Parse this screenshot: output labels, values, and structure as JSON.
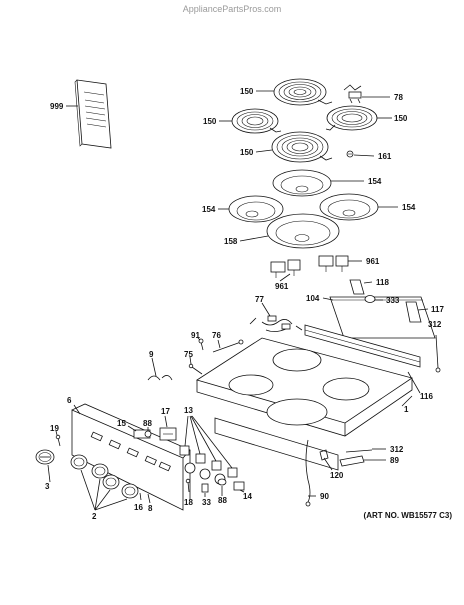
{
  "watermark": "AppliancePartsPros.com",
  "art_no": "(ART NO. WB15577 C3)",
  "callouts": {
    "c999": "999",
    "c150a": "150",
    "c78": "78",
    "c150b": "150",
    "c150c": "150",
    "c150d": "150",
    "c161": "161",
    "c154a": "154",
    "c154b": "154",
    "c154c": "154",
    "c158": "158",
    "c961a": "961",
    "c961b": "961",
    "c118": "118",
    "c104": "104",
    "c333": "333",
    "c117": "117",
    "c312a": "312",
    "c77": "77",
    "c91": "91",
    "c76": "76",
    "c75": "75",
    "c9": "9",
    "c116": "116",
    "c1": "1",
    "c6": "6",
    "c88a": "88",
    "c17": "17",
    "c13": "13",
    "c15": "15",
    "c19": "19",
    "c3": "3",
    "c2": "2",
    "c16": "16",
    "c8": "8",
    "c18": "18",
    "c33": "33",
    "c88b": "88",
    "c14": "14",
    "c312b": "312",
    "c89": "89",
    "c120": "120",
    "c90": "90"
  }
}
